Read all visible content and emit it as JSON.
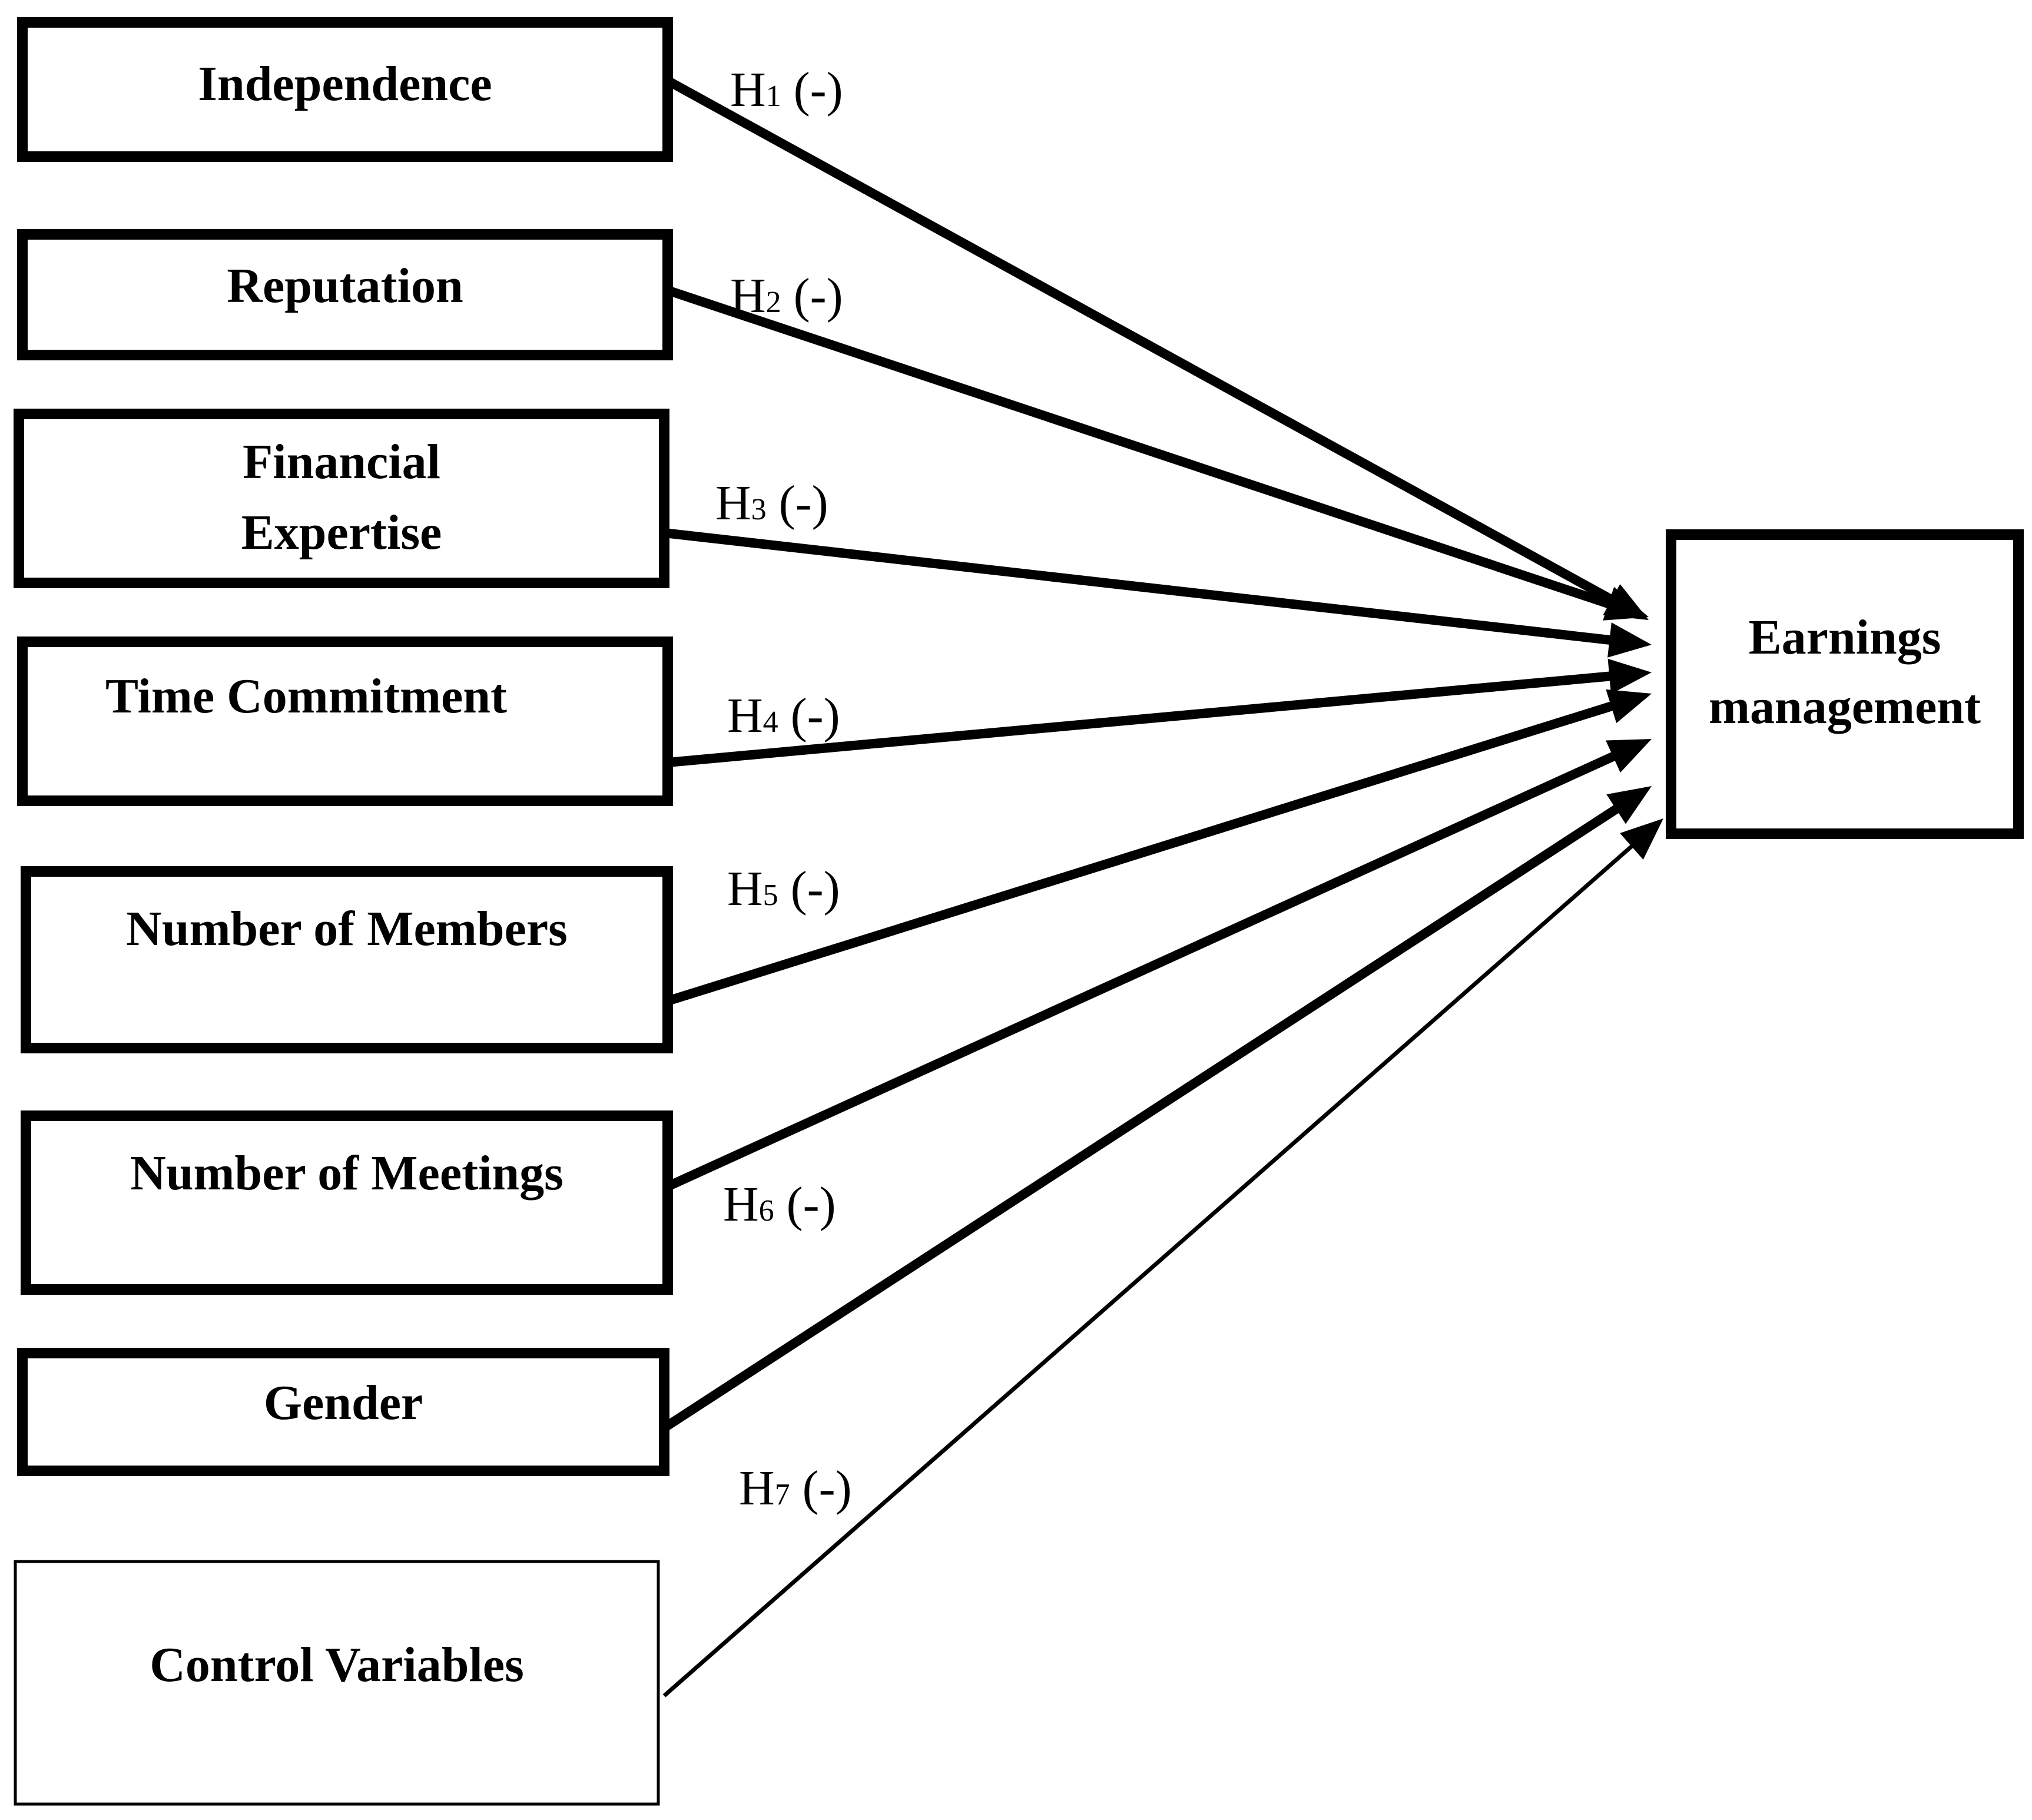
{
  "colors": {
    "stroke": "#000000",
    "background": "#ffffff"
  },
  "predictors": [
    {
      "id": "independence",
      "lines": [
        "Independence"
      ]
    },
    {
      "id": "reputation",
      "lines": [
        "Reputation"
      ]
    },
    {
      "id": "financial-expertise",
      "lines": [
        "Financial",
        "Expertise"
      ]
    },
    {
      "id": "time-commitment",
      "lines": [
        "Time Commitment"
      ]
    },
    {
      "id": "number-of-members",
      "lines": [
        "Number of Members"
      ]
    },
    {
      "id": "number-of-meetings",
      "lines": [
        "Number of Meetings"
      ]
    },
    {
      "id": "gender",
      "lines": [
        "Gender"
      ]
    },
    {
      "id": "control-variables",
      "lines": [
        "Control Variables"
      ]
    }
  ],
  "outcome": {
    "id": "earnings-management",
    "lines": [
      "Earnings",
      "management"
    ]
  },
  "hypotheses": [
    {
      "id": "h1",
      "letter": "H",
      "sub": "1",
      "sign": " (-)"
    },
    {
      "id": "h2",
      "letter": "H",
      "sub": "2",
      "sign": " (-)"
    },
    {
      "id": "h3",
      "letter": "H",
      "sub": "3",
      "sign": " (-)"
    },
    {
      "id": "h4",
      "letter": "H",
      "sub": "4",
      "sign": " (-)"
    },
    {
      "id": "h5",
      "letter": "H",
      "sub": "5",
      "sign": " (-)"
    },
    {
      "id": "h6",
      "letter": "H",
      "sub": "6",
      "sign": " (-)"
    },
    {
      "id": "h7",
      "letter": "H",
      "sub": "7",
      "sign": " (-)"
    }
  ]
}
